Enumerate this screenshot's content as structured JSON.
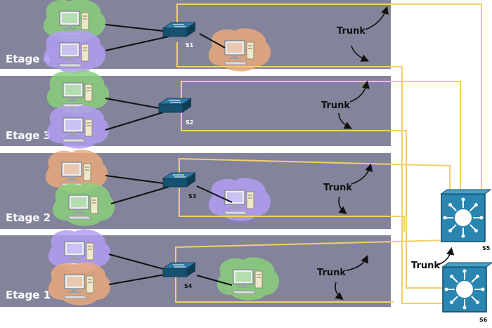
{
  "colors": {
    "floor_bg": "#83839b",
    "page_bg": "#ffffff",
    "trunk_line": "#f2cf6a",
    "access_link": "#111111",
    "switch_top": "#2f7aa5",
    "switch_side": "#16516f",
    "blob_green": "#8ad07a",
    "blob_purple": "#b39df2",
    "blob_orange": "#e9a97a"
  },
  "floors": [
    {
      "label": "Etage 4",
      "switch": "S1",
      "hosts": [
        "green",
        "purple",
        "orange"
      ]
    },
    {
      "label": "Etage 3",
      "switch": "S2",
      "hosts": [
        "green",
        "purple"
      ]
    },
    {
      "label": "Etage 2",
      "switch": "S3",
      "hosts": [
        "orange",
        "green",
        "purple"
      ]
    },
    {
      "label": "Etage 1",
      "switch": "S4",
      "hosts": [
        "purple",
        "orange",
        "green"
      ]
    }
  ],
  "trunk_label": "Trunk",
  "core_switches": [
    "S5",
    "S6"
  ],
  "icons": {
    "pc": "desktop-computer-icon",
    "access_switch": "workgroup-switch-icon",
    "core_switch": "multilayer-switch-icon",
    "arrow": "curved-arrow-icon"
  }
}
